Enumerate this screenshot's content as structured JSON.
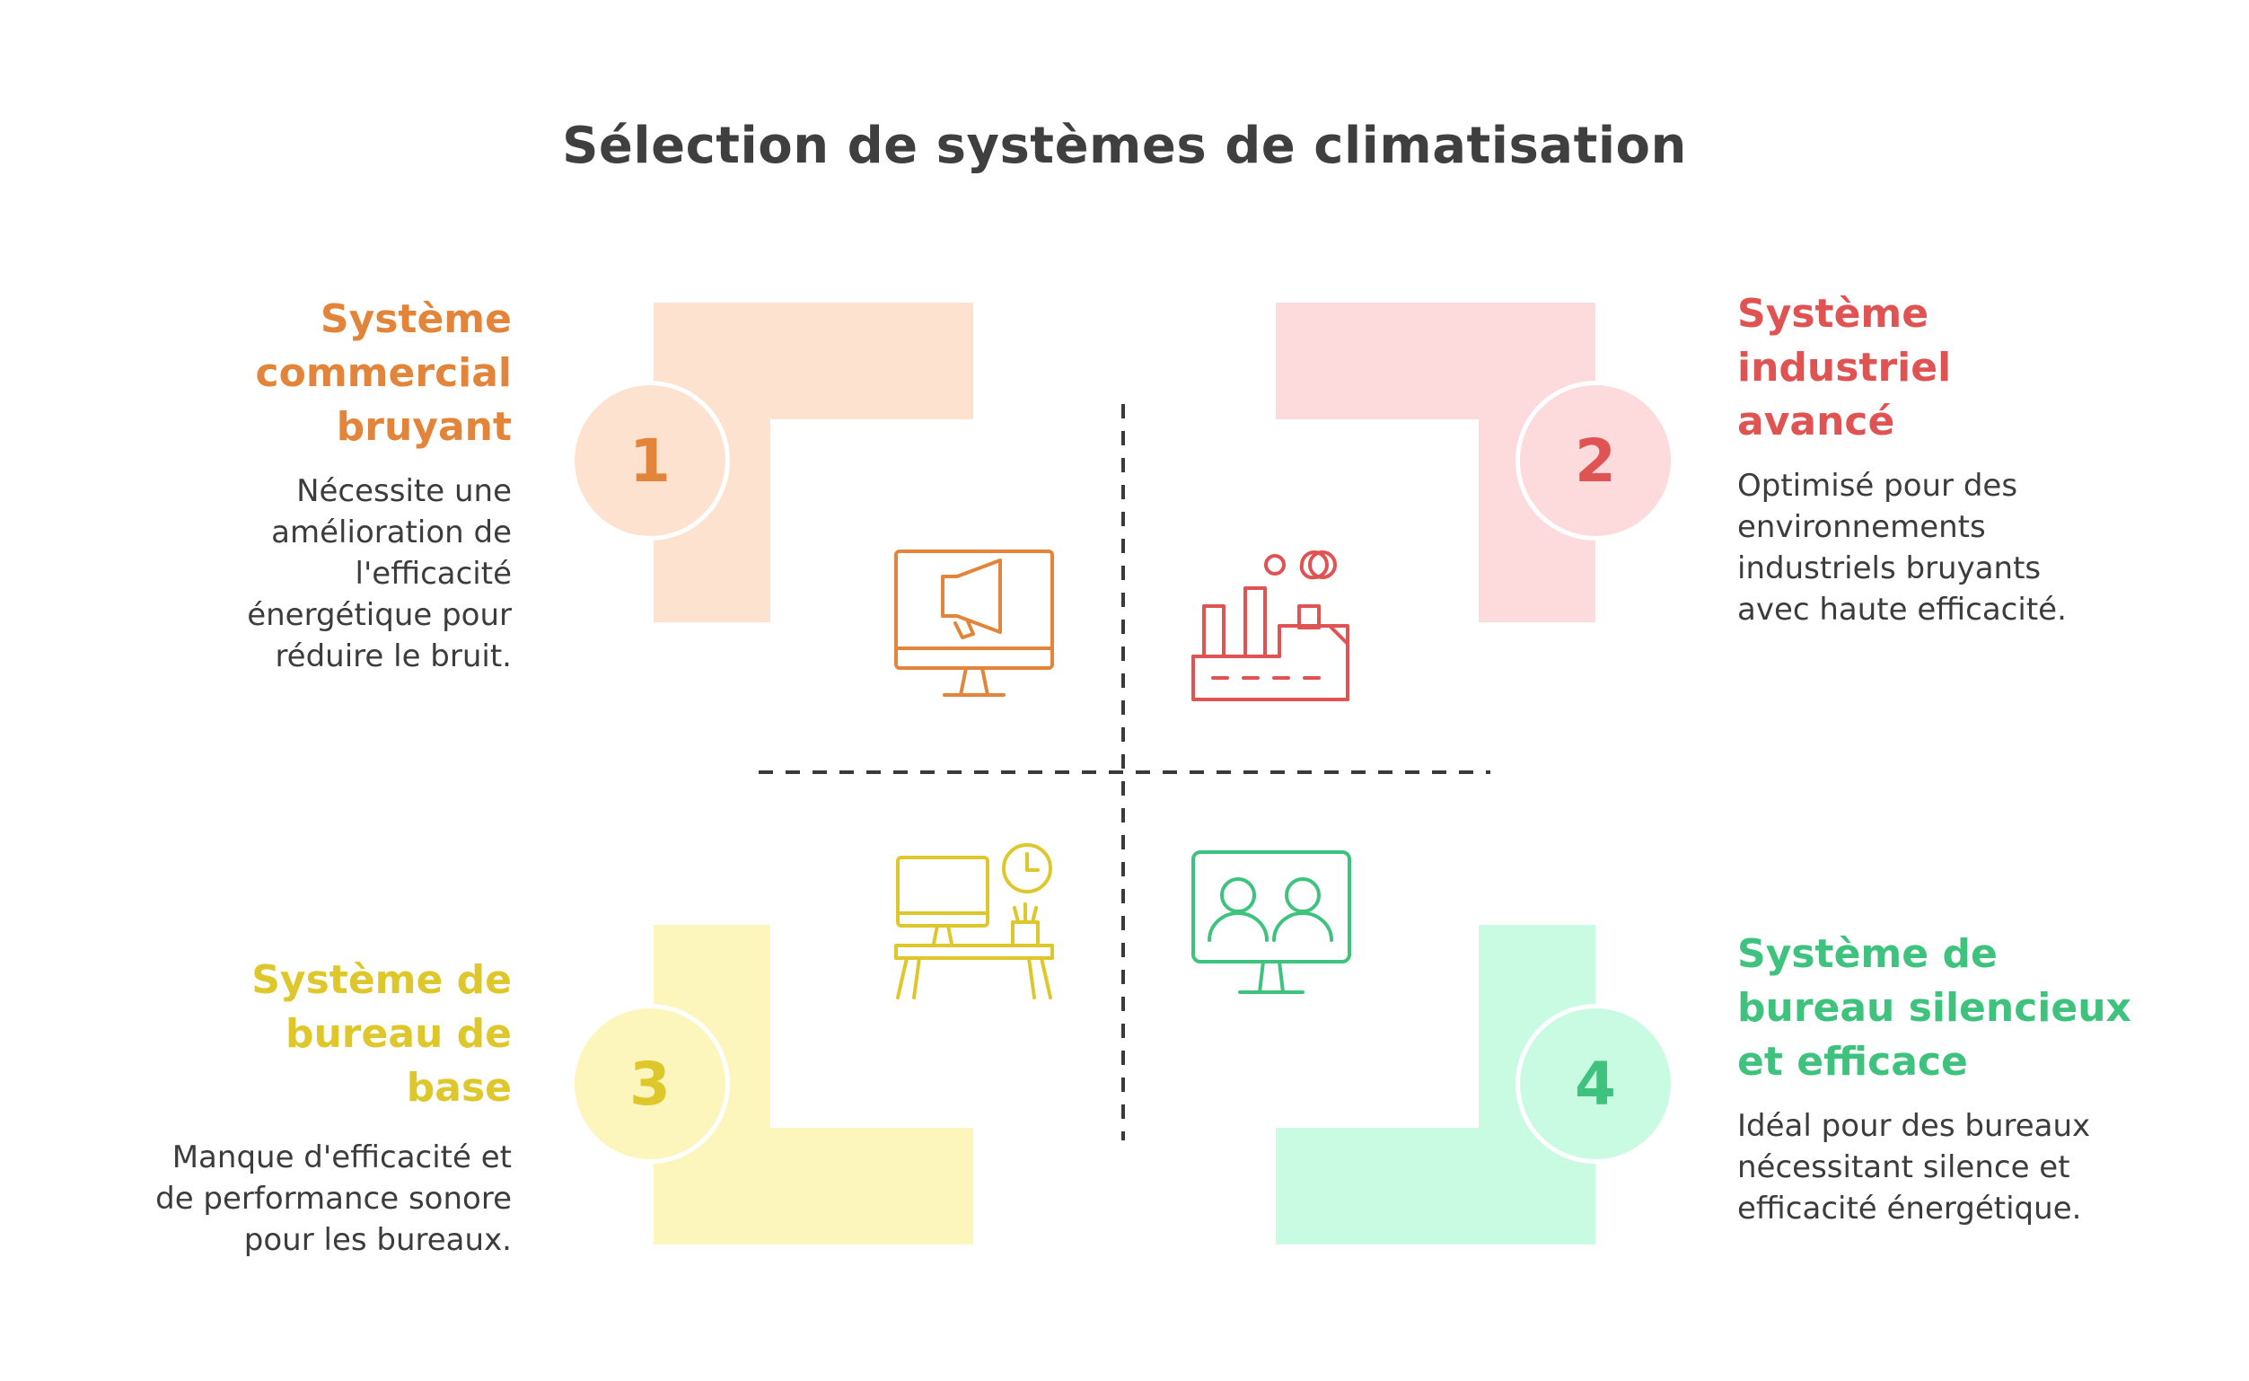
{
  "title": "Sélection de systèmes de climatisation",
  "colors": {
    "orange": "#e2853a",
    "orange_light": "#fde2cf",
    "red": "#e05353",
    "red_light": "#fddadb",
    "yellow": "#dec72a",
    "yellow_light": "#fdf6bc",
    "green": "#3fc27d",
    "green_light": "#c9fbe3",
    "text": "#3c3c3c"
  },
  "quadrants": [
    {
      "number": "1",
      "heading": "Système commercial bruyant",
      "description": "Nécessite une amélioration de l'efficacité énergétique pour réduire le bruit.",
      "icon": "monitor-megaphone-icon"
    },
    {
      "number": "2",
      "heading": "Système industriel avancé",
      "description": "Optimisé pour des environnements industriels bruyants avec haute efficacité.",
      "icon": "factory-icon"
    },
    {
      "number": "3",
      "heading": "Système de bureau de base",
      "description": "Manque d'efficacité et de performance sonore pour les bureaux.",
      "icon": "office-desk-icon"
    },
    {
      "number": "4",
      "heading": "Système de bureau silencieux et efficace",
      "description": "Idéal pour des bureaux nécessitant silence et efficacité énergétique.",
      "icon": "video-meeting-icon"
    }
  ]
}
